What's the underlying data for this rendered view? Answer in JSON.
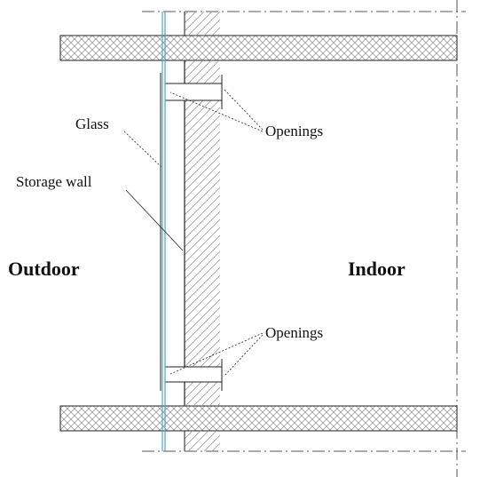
{
  "labels": {
    "glass": "Glass",
    "storage_wall": "Storage wall",
    "openings_top": "Openings",
    "openings_bottom": "Openings",
    "outdoor": "Outdoor",
    "indoor": "Indoor"
  },
  "colors": {
    "glass": "#4fa3c7",
    "line": "#222222",
    "hatch": "#9a9a9a",
    "centerline": "#555555",
    "background": "#ffffff"
  }
}
